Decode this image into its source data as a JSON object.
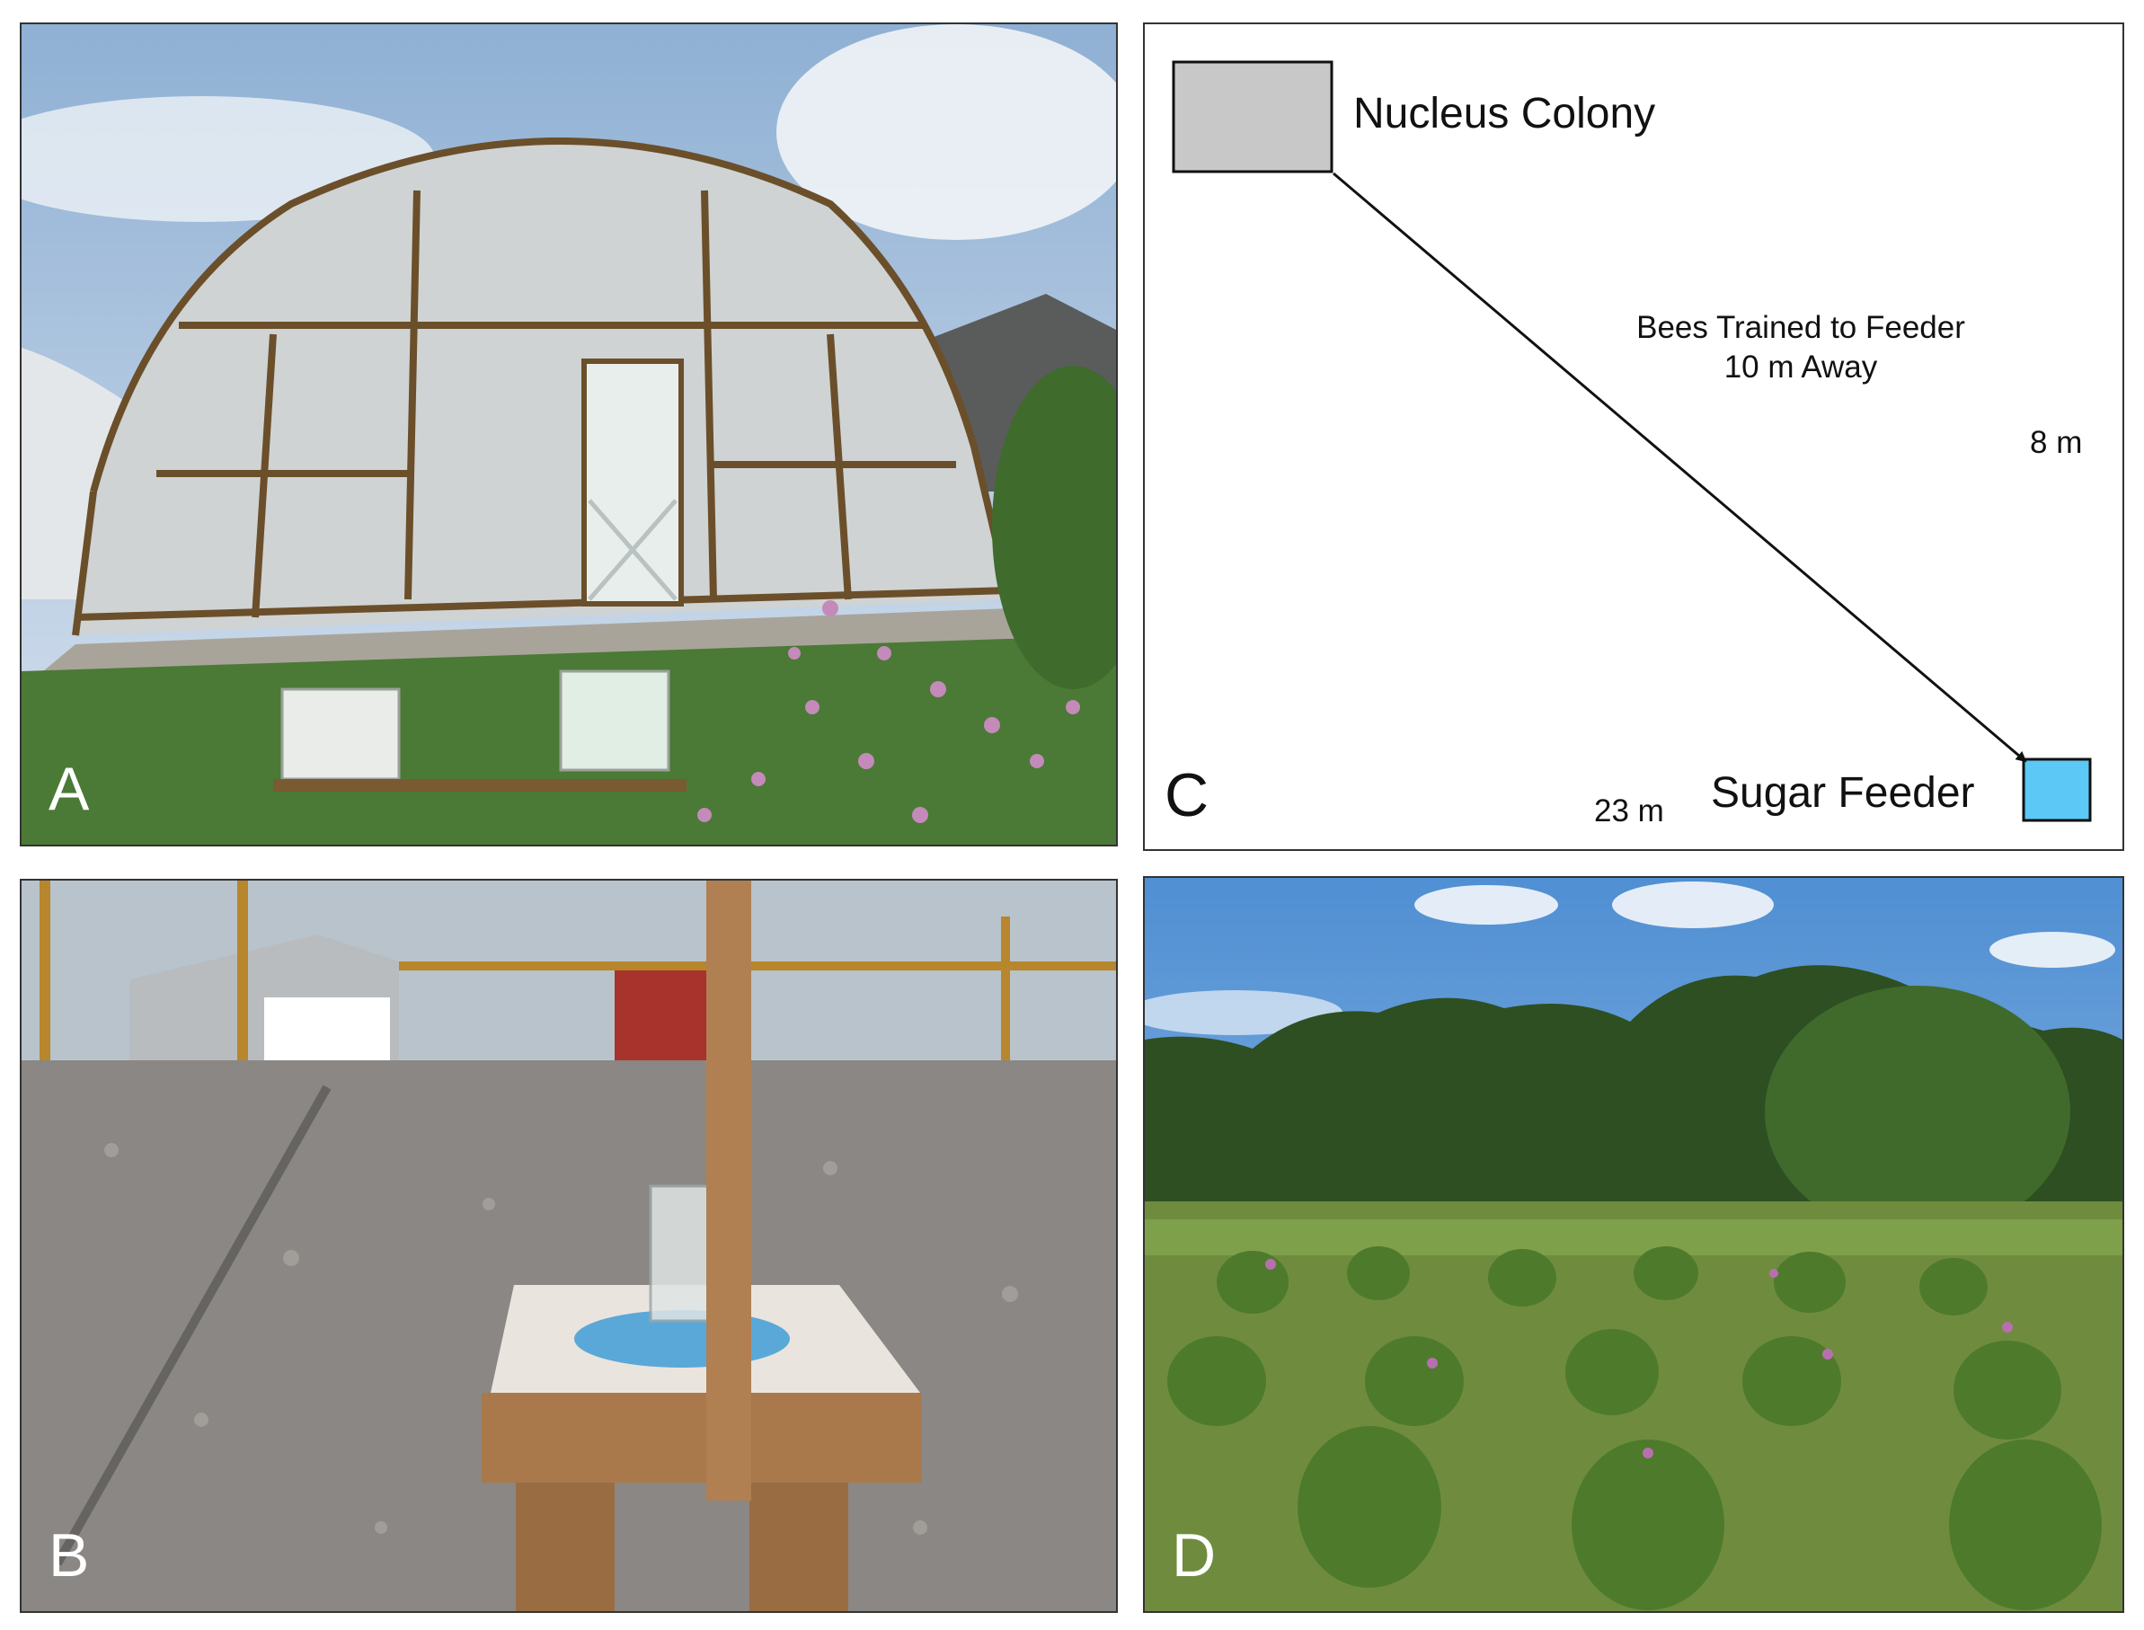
{
  "figure": {
    "panels": {
      "A": {
        "letter": "A"
      },
      "B": {
        "letter": "B"
      },
      "C": {
        "letter": "C",
        "colony_label": "Nucleus Colony",
        "feeder_label": "Sugar Feeder",
        "training_line1": "Bees Trained to Feeder",
        "training_line2": "10 m Away",
        "height_label": "8 m",
        "width_label": "23 m",
        "colony_color": "#c8c8c8",
        "feeder_color": "#5bc8f5"
      },
      "D": {
        "letter": "D"
      }
    }
  }
}
